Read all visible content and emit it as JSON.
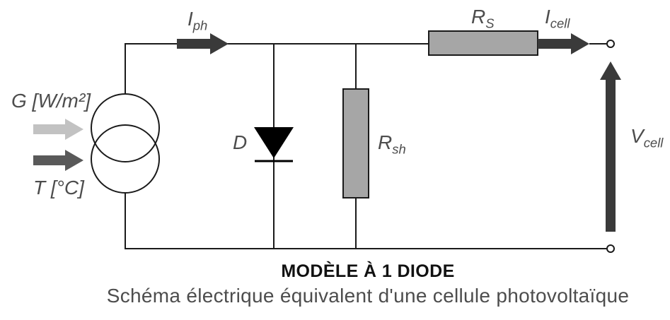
{
  "diagram": {
    "labels": {
      "iph": {
        "base": "I",
        "sub": "ph"
      },
      "icell": {
        "base": "I",
        "sub": "cell"
      },
      "vcell": {
        "base": "V",
        "sub": "cell"
      },
      "rs": {
        "base": "R",
        "sub": "S"
      },
      "rsh": {
        "base": "R",
        "sub": "sh"
      },
      "diode": "D",
      "irradiance": "G [W/m²]",
      "temperature": "T [°C]"
    },
    "colors": {
      "wire": "#1a1a1a",
      "arrow_dark": "#3a3a3a",
      "arrow_medium": "#595959",
      "arrow_light": "#c2c2c2",
      "resistor_fill": "#a6a6a6",
      "diode_fill": "#000000",
      "terminal_fill": "#ffffff",
      "label_text": "#4d4d4d",
      "title_text": "#111111"
    }
  },
  "caption": {
    "title": "MODÈLE À 1 DIODE",
    "subtitle": "Schéma électrique équivalent d'une cellule photovoltaïque"
  }
}
